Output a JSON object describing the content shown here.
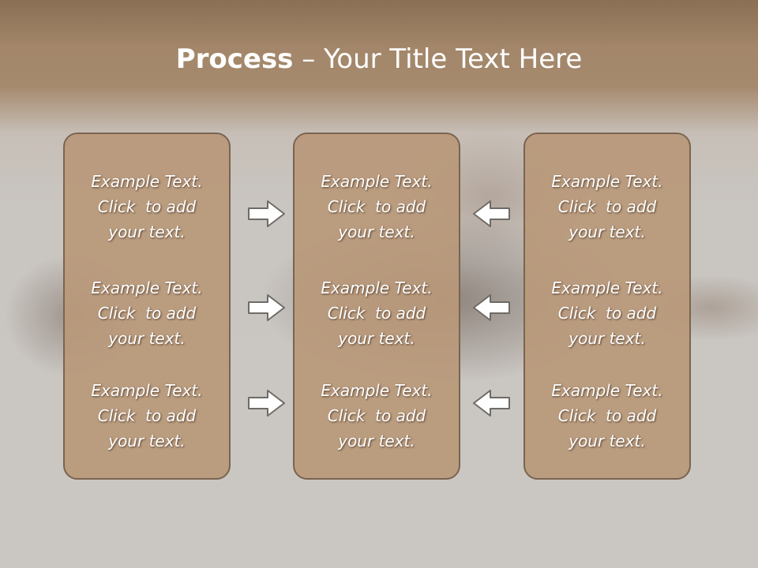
{
  "slide": {
    "title_bold": "Process",
    "title_rest": " – Your Title Text Here"
  },
  "columns": [
    {
      "items": [
        {
          "line1": "Example Text.",
          "line2": "Click  to add",
          "line3": "your text."
        },
        {
          "line1": "Example Text.",
          "line2": "Click  to add",
          "line3": "your text."
        },
        {
          "line1": "Example Text.",
          "line2": "Click  to add",
          "line3": "your text."
        }
      ]
    },
    {
      "items": [
        {
          "line1": "Example Text.",
          "line2": "Click  to add",
          "line3": "your text."
        },
        {
          "line1": "Example Text.",
          "line2": "Click  to add",
          "line3": "your text."
        },
        {
          "line1": "Example Text.",
          "line2": "Click  to add",
          "line3": "your text."
        }
      ]
    },
    {
      "items": [
        {
          "line1": "Example Text.",
          "line2": "Click  to add",
          "line3": "your text."
        },
        {
          "line1": "Example Text.",
          "line2": "Click  to add",
          "line3": "your text."
        },
        {
          "line1": "Example Text.",
          "line2": "Click  to add",
          "line3": "your text."
        }
      ]
    }
  ],
  "arrows": {
    "left_to_center": {
      "icon": "arrow-right-icon",
      "count": 3
    },
    "right_to_center": {
      "icon": "arrow-left-icon",
      "count": 3
    }
  },
  "colors": {
    "panel_fill": "#b8987a",
    "panel_border": "#7a6450",
    "header_band": "#a68a6e",
    "text": "#ffffff"
  }
}
